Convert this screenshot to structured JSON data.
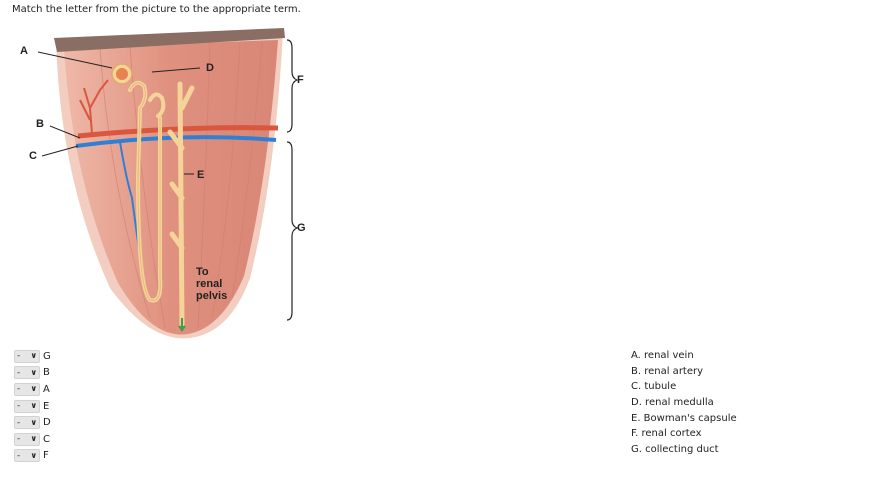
{
  "instruction": "Match the letter from the picture to the appropriate term.",
  "figure": {
    "labels": {
      "A": "A",
      "B": "B",
      "C": "C",
      "D": "D",
      "E": "E",
      "F": "F",
      "G": "G",
      "pelvis_1": "To",
      "pelvis_2": "renal",
      "pelvis_3": "pelvis"
    },
    "colors": {
      "tissue": "#e09a88",
      "artery": "#d9563f",
      "vein": "#2f7fd4",
      "tubule": "#f5d49a",
      "capsule_edge": "#8a6e63"
    }
  },
  "matches": [
    {
      "selected": "-",
      "letter": "G"
    },
    {
      "selected": "-",
      "letter": "B"
    },
    {
      "selected": "-",
      "letter": "A"
    },
    {
      "selected": "-",
      "letter": "E"
    },
    {
      "selected": "-",
      "letter": "D"
    },
    {
      "selected": "-",
      "letter": "C"
    },
    {
      "selected": "-",
      "letter": "F"
    }
  ],
  "terms": [
    "A. renal vein",
    "B. renal artery",
    "C. tubule",
    "D. renal medulla",
    "E. Bowman's capsule",
    "F. renal cortex",
    "G. collecting duct"
  ]
}
